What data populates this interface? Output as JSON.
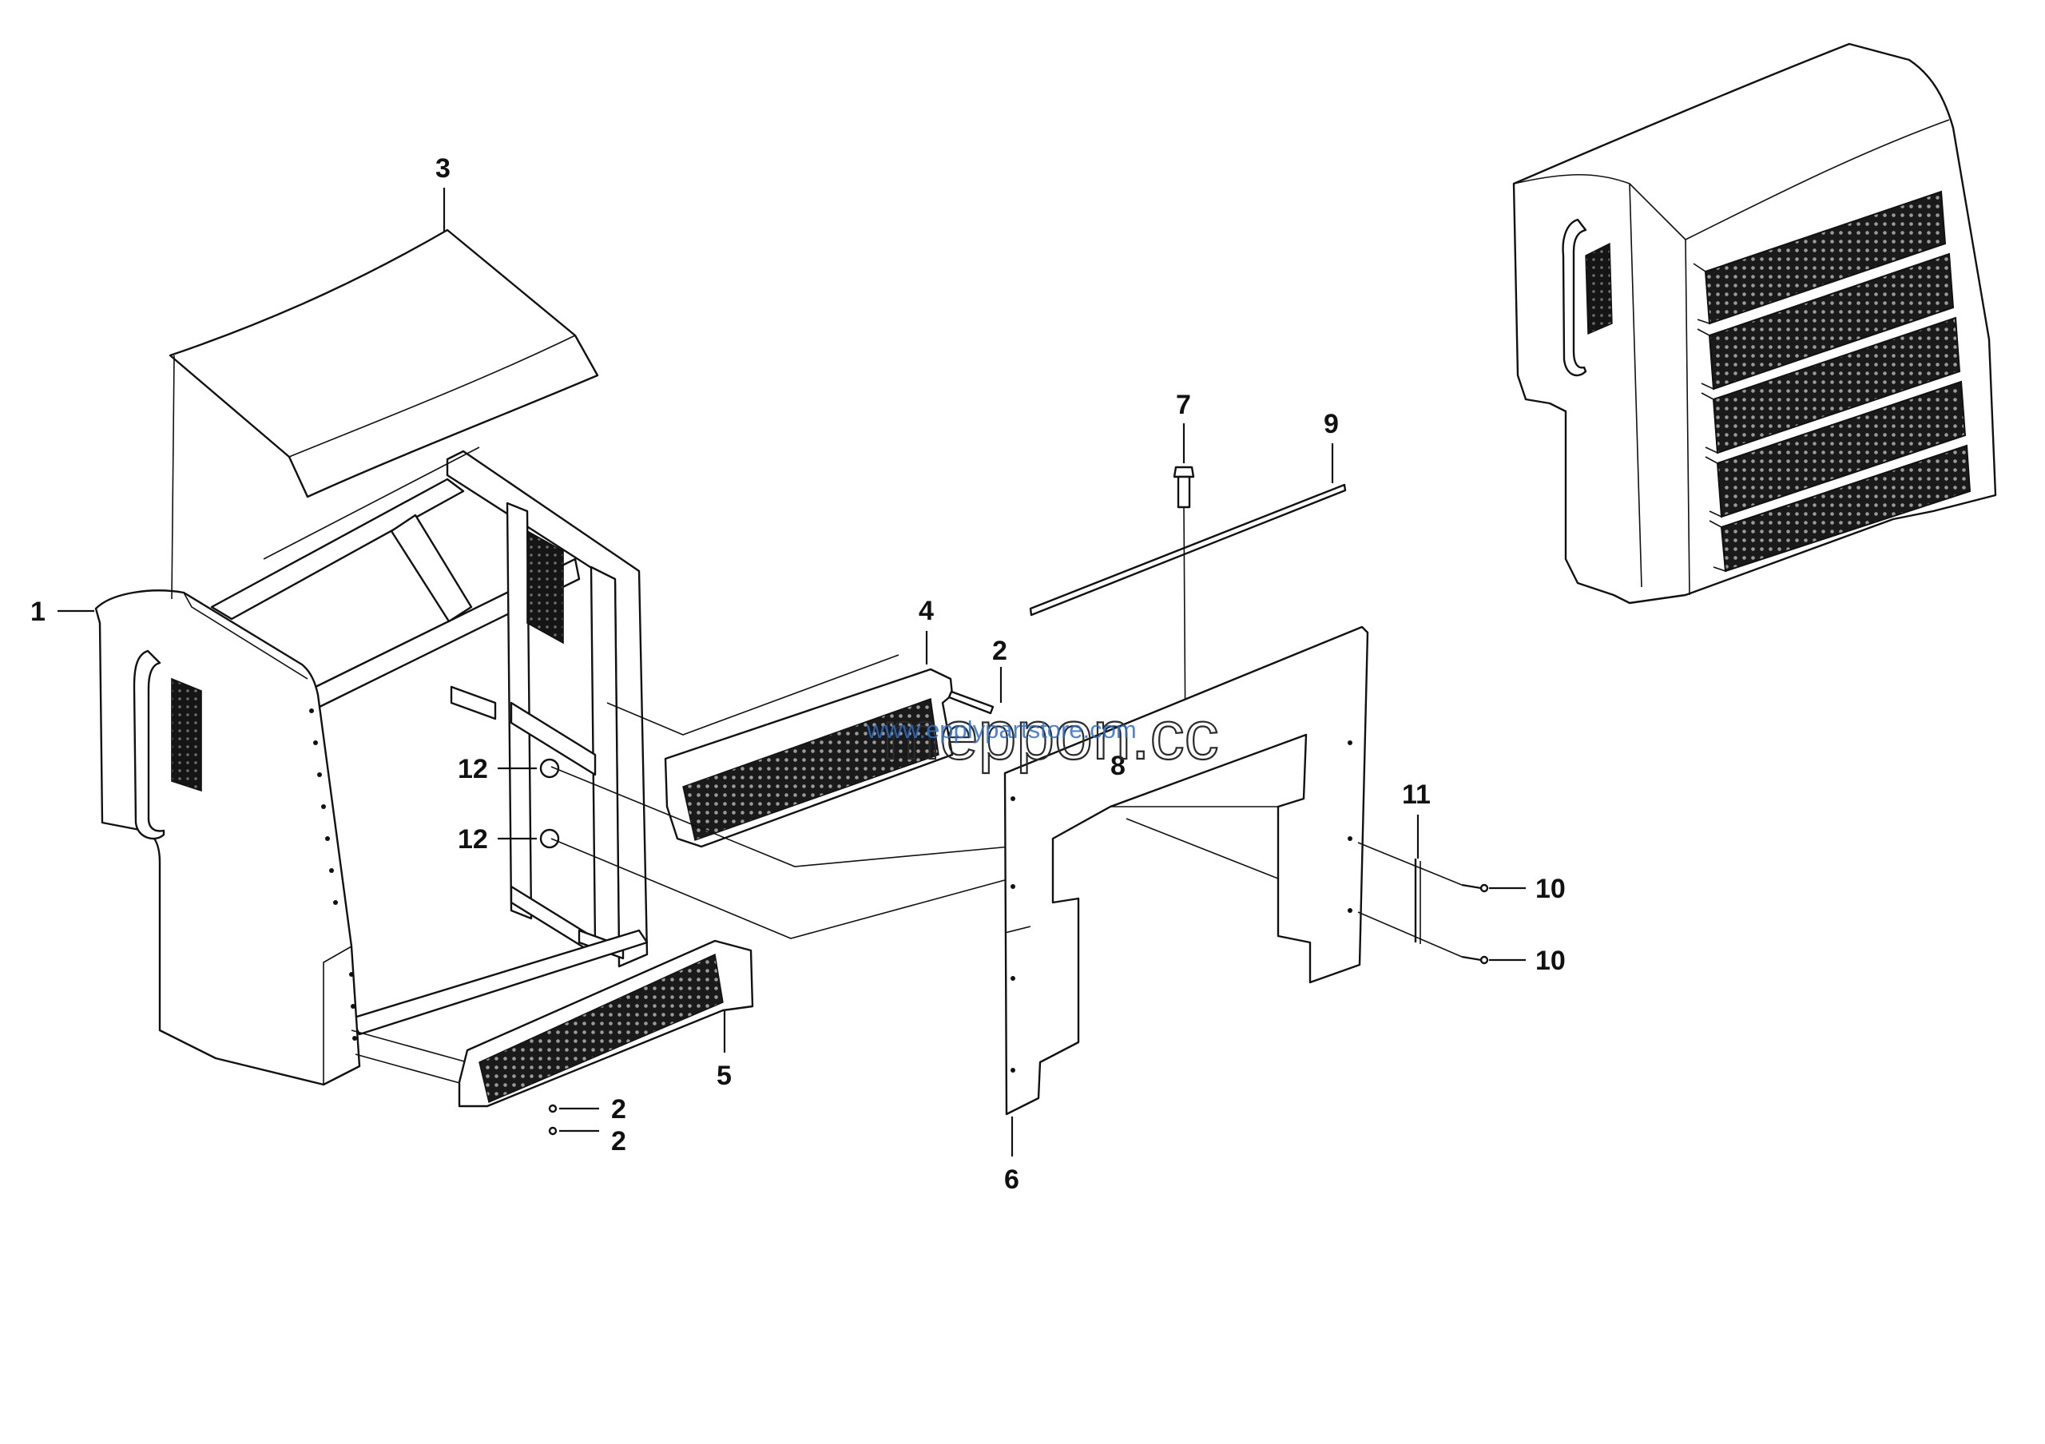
{
  "diagram": {
    "callouts": [
      {
        "id": "c1",
        "label": "1"
      },
      {
        "id": "c2a",
        "label": "2"
      },
      {
        "id": "c2b",
        "label": "2"
      },
      {
        "id": "c2c",
        "label": "2"
      },
      {
        "id": "c3",
        "label": "3"
      },
      {
        "id": "c4",
        "label": "4"
      },
      {
        "id": "c5",
        "label": "5"
      },
      {
        "id": "c6",
        "label": "6"
      },
      {
        "id": "c7",
        "label": "7"
      },
      {
        "id": "c8",
        "label": "8"
      },
      {
        "id": "c9",
        "label": "9"
      },
      {
        "id": "c10a",
        "label": "10"
      },
      {
        "id": "c10b",
        "label": "10"
      },
      {
        "id": "c11",
        "label": "11"
      },
      {
        "id": "c12a",
        "label": "12"
      },
      {
        "id": "c12b",
        "label": "12"
      }
    ],
    "watermark": {
      "text": "meppon.cc",
      "url": "www.epplypartstore.com"
    },
    "colors": {
      "line": "#111111",
      "watermark_url": "#2f6ec4"
    }
  }
}
